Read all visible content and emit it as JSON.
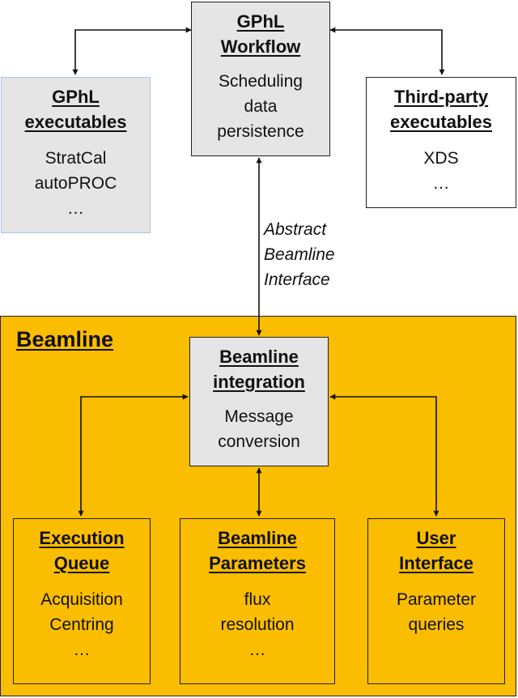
{
  "workflow": {
    "title": "GPhL\nWorkflow",
    "body": "Scheduling\ndata\npersistence"
  },
  "gphl_exec": {
    "title": "GPhL\nexecutables",
    "body": "StratCal\nautoPROC\n…"
  },
  "third_party": {
    "title": "Third-party\nexecutables",
    "body": "XDS\n…"
  },
  "interface_label": "Abstract\nBeamline\nInterface",
  "beamline": {
    "label": "Beamline"
  },
  "integration": {
    "title": "Beamline\nintegration",
    "body": "Message\nconversion"
  },
  "queue": {
    "title": "Execution\nQueue",
    "body": "Acquisition\nCentring\n…"
  },
  "parameters": {
    "title": "Beamline\nParameters",
    "body": "flux\nresolution\n…"
  },
  "user_interface": {
    "title": "User\nInterface",
    "body": "Parameter\nqueries"
  },
  "colors": {
    "beamline_fill": "#fbbd00",
    "box_grey": "#e5e5e5",
    "gphl_border": "#a9c4e6"
  }
}
